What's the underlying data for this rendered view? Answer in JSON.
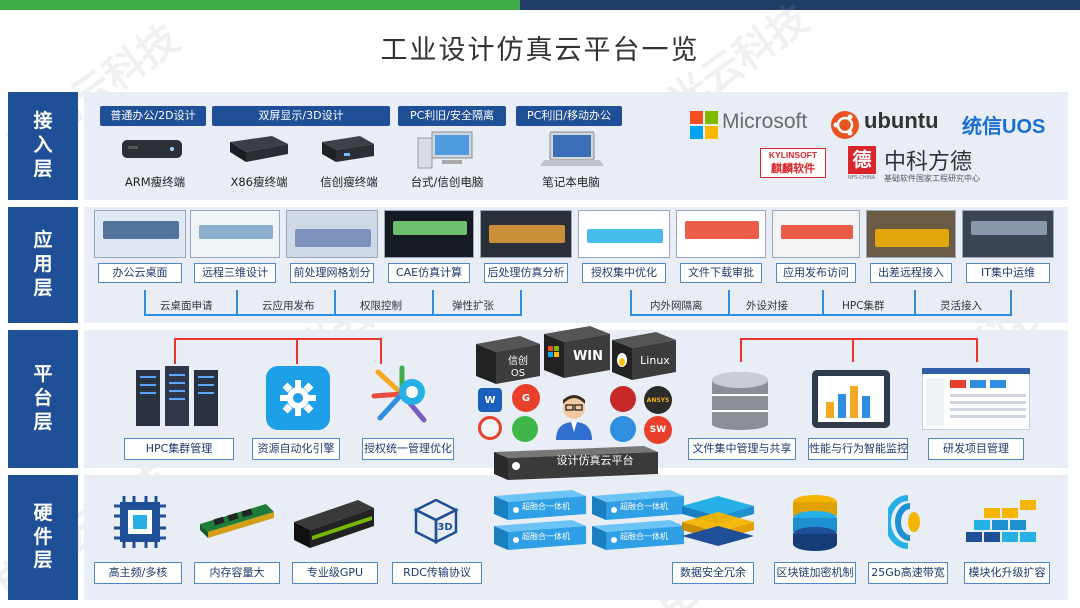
{
  "title": "工业设计仿真云平台一览",
  "watermark": "电光云科技",
  "layers": [
    {
      "label": "接入层"
    },
    {
      "label": "应用层"
    },
    {
      "label": "平台层"
    },
    {
      "label": "硬件层"
    }
  ],
  "access": {
    "groups": [
      "普通办公/2D设计",
      "双屏显示/3D设计",
      "PC利旧/安全隔离",
      "PC利旧/移动办公"
    ],
    "devices": [
      "ARM瘦终端",
      "X86瘦终端",
      "信创瘦终端",
      "台式/信创电脑",
      "笔记本电脑"
    ],
    "brands": {
      "microsoft": "Microsoft",
      "ubuntu": "ubuntu",
      "uos": "统信UOS",
      "kylin_en": "KYLINSOFT",
      "kylin_cn": "麒麟软件",
      "nfs_big": "中科方德",
      "nfs_char": "德",
      "nfs_sub": "基础软件国家工程研究中心",
      "nfs_tag": "NFS·CHINA"
    }
  },
  "apps": {
    "items": [
      "办公云桌面",
      "远程三维设计",
      "前处理网格划分",
      "CAE仿真计算",
      "后处理仿真分析",
      "授权集中优化",
      "文件下载审批",
      "应用发布访问",
      "出差远程接入",
      "IT集中运维"
    ],
    "features_left": [
      "云桌面申请",
      "云应用发布",
      "权限控制",
      "弹性扩张"
    ],
    "features_right": [
      "内外网隔离",
      "外设对接",
      "HPC集群",
      "灵活接入"
    ]
  },
  "platform": {
    "left_items": [
      "HPC集群管理",
      "资源自动化引擎",
      "授权统一管理优化"
    ],
    "right_items": [
      "文件集中管理与共享",
      "性能与行为智能监控",
      "研发项目管理"
    ],
    "os": [
      "信创",
      "OS",
      "WIN",
      "Linux"
    ],
    "center_label": "设计仿真云平台",
    "ansys": "ANSYS",
    "sw": "SW"
  },
  "hardware": {
    "left_items": [
      "高主频/多核",
      "内存容量大",
      "专业级GPU",
      "RDC传输协议"
    ],
    "right_items": [
      "数据安全冗余",
      "区块链加密机制",
      "25Gb高速带宽",
      "模块化升级扩容"
    ],
    "server": "超融合一体机",
    "rdc_tag": "3D"
  },
  "colors": {
    "layer_label": "#1f4f96",
    "layer_bg": "#e9eef6",
    "accent_blue": "#2f8ee0",
    "accent_red": "#e8352a"
  }
}
